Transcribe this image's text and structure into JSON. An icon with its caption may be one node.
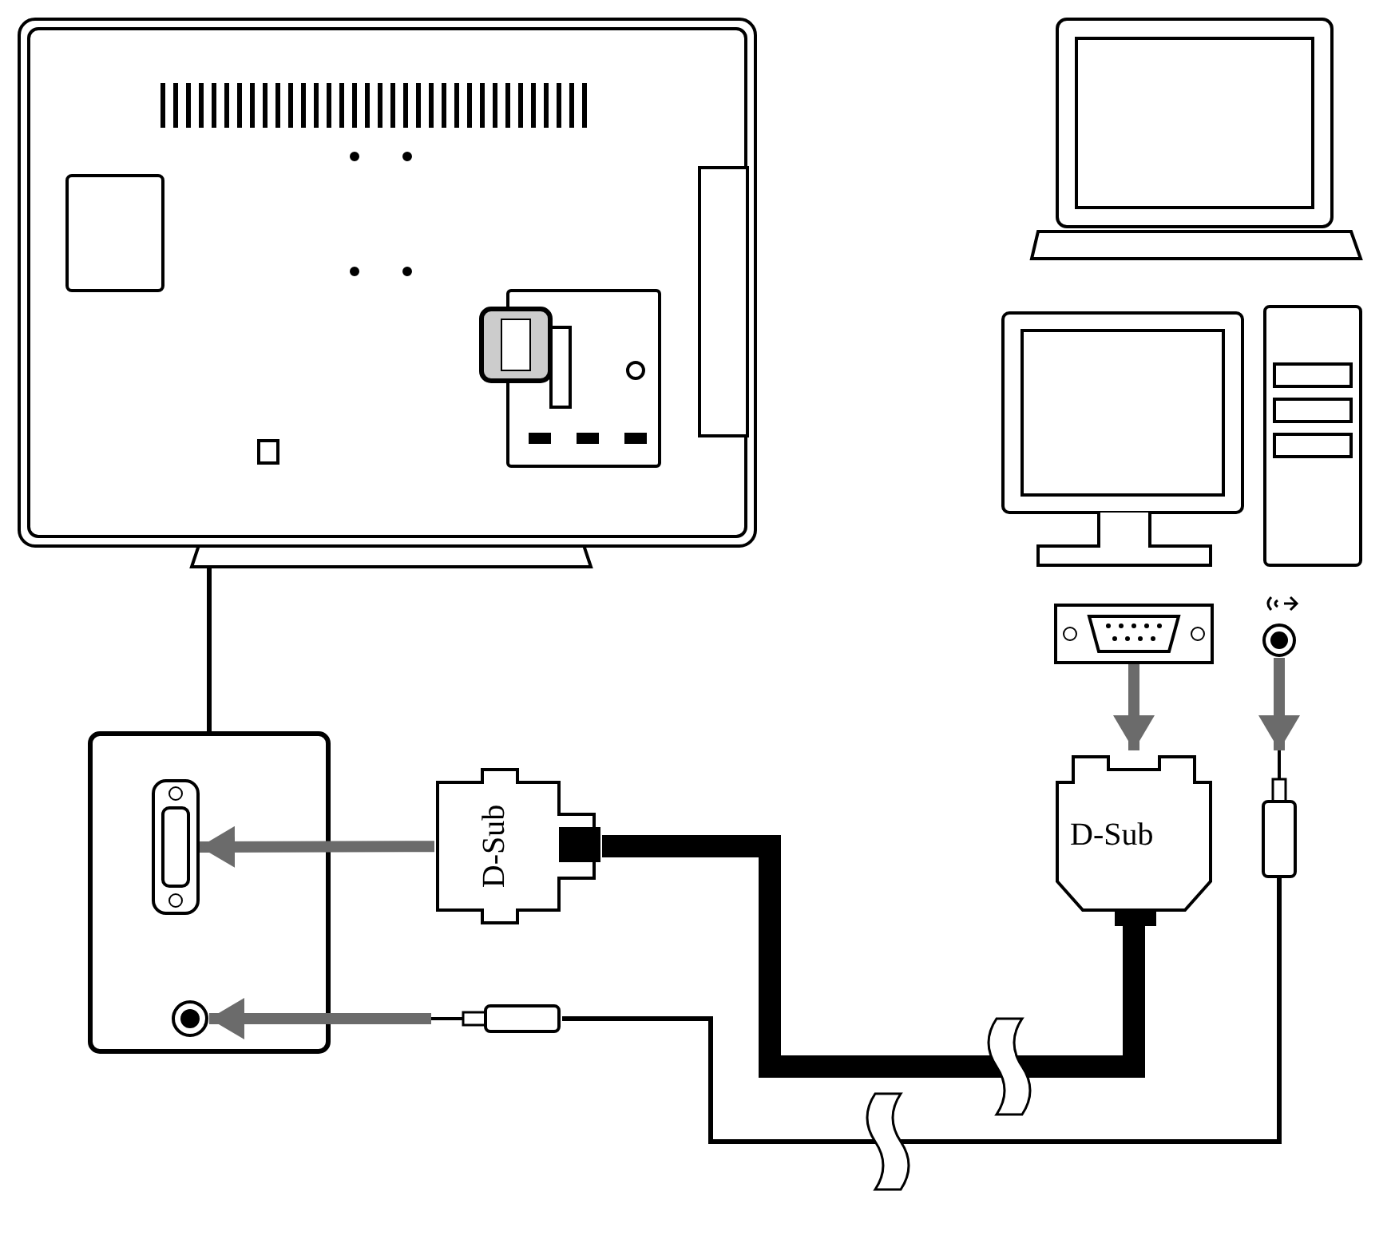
{
  "diagram": {
    "nodes": [
      {
        "text": [],
        "shape": "picture"
      },
      {
        "text": [],
        "shape": "box",
        "in": 0
      },
      {
        "text": [],
        "shape": "box"
      },
      {
        "text": [],
        "shape": "box",
        "in": 2
      },
      {
        "text": [],
        "shape": "circle",
        "in": 2
      },
      {
        "text": [
          "D-Sub"
        ]
      },
      {
        "text": [],
        "shape": "plug"
      },
      {
        "text": [],
        "shape": "box"
      },
      {
        "text": [],
        "shape": "circle"
      },
      {
        "text": [
          "D-Sub"
        ]
      },
      {
        "text": [],
        "shape": "plug"
      }
    ],
    "edges": [
      {
        "from": 1,
        "to": 2,
        "arrow": "none",
        "color": "#000000"
      },
      {
        "from": 5,
        "to": 3,
        "arrow": "to"
      },
      {
        "from": 6,
        "to": 4,
        "arrow": "to"
      },
      {
        "from": 7,
        "to": 9,
        "arrow": "to"
      },
      {
        "from": 8,
        "to": 10,
        "arrow": "to"
      },
      {
        "from": 5,
        "to": 9,
        "arrow": "none",
        "style": "thick",
        "color": "#000000"
      },
      {
        "from": 6,
        "to": 10,
        "arrow": "none",
        "color": "#000000"
      }
    ]
  }
}
